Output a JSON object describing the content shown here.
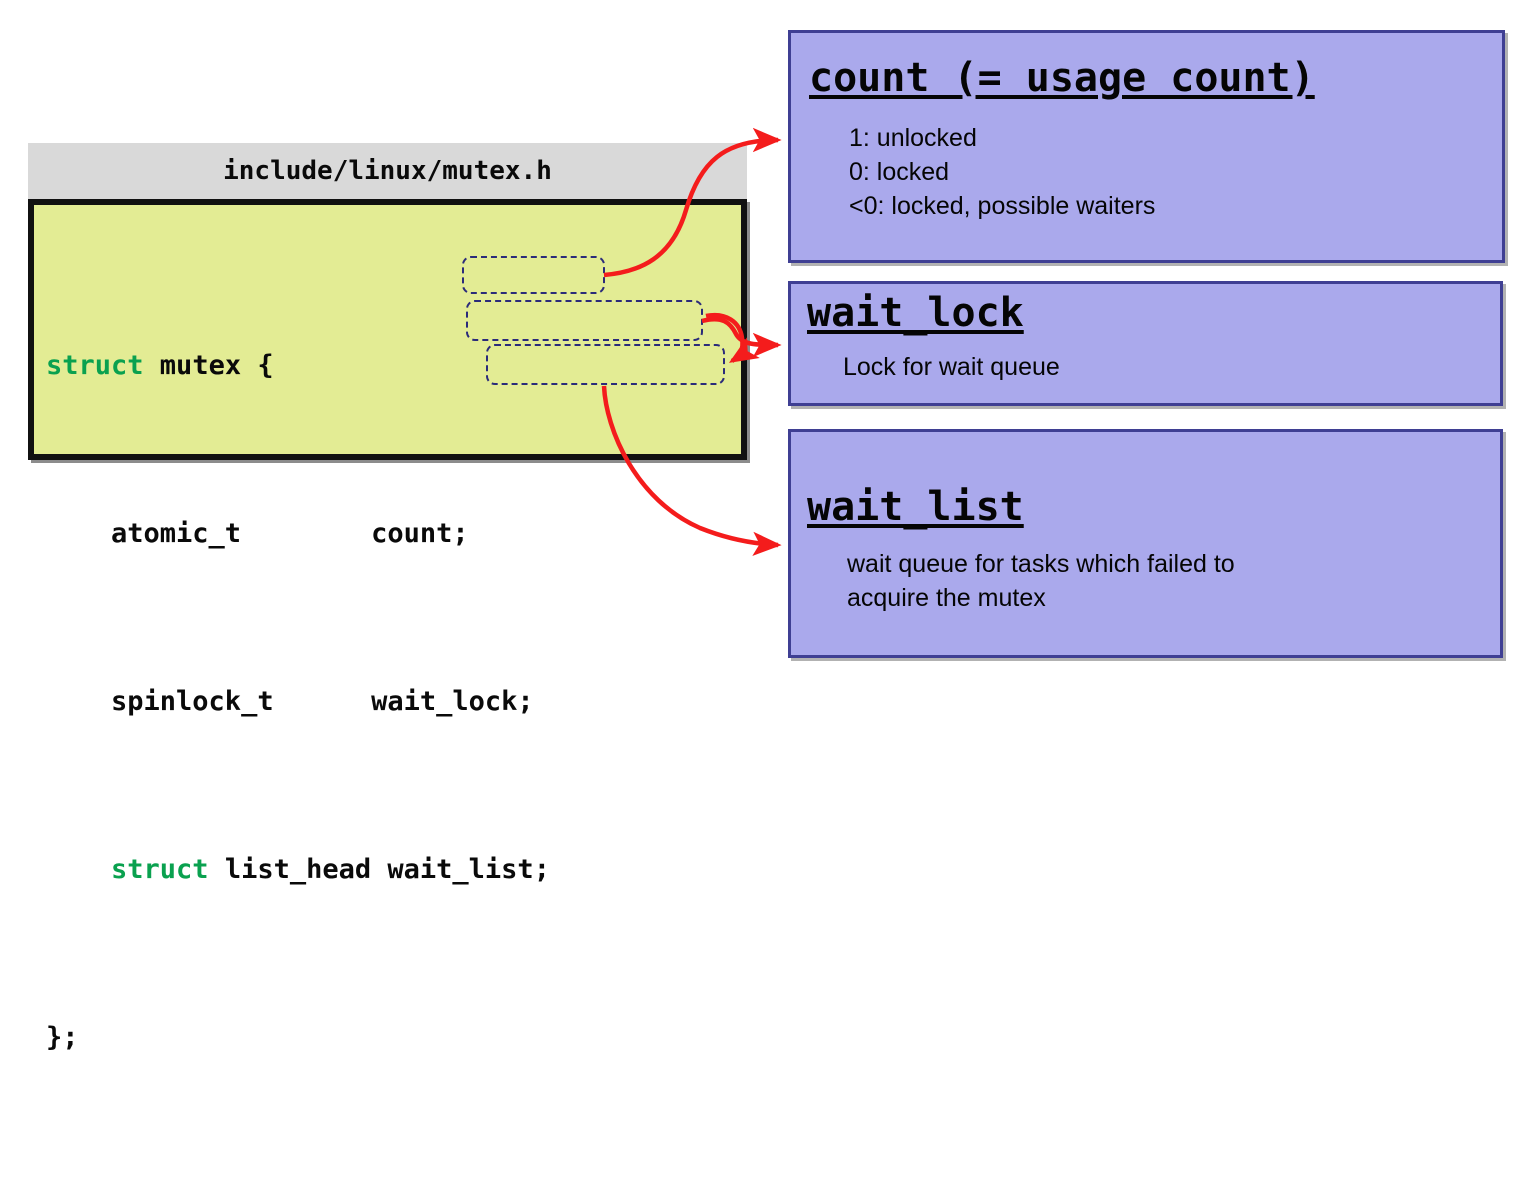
{
  "code_figure": {
    "header_label": "include/linux/mutex.h",
    "struct_keyword": "struct",
    "lines": [
      {
        "kw": "struct",
        "text": " mutex {"
      },
      {
        "kw": "",
        "text": "    atomic_t        count;"
      },
      {
        "kw": "",
        "text": "    spinlock_t      wait_lock;"
      },
      {
        "kw": "struct",
        "text": "    ",
        "text2": " list_head wait_list;"
      },
      {
        "kw": "",
        "text": "};"
      }
    ],
    "line1": "struct mutex {",
    "line2_indent": "    atomic_t        ",
    "line2_field": "count;",
    "line3_indent": "    spinlock_t      ",
    "line3_field": "wait_lock;",
    "line4_kw": "struct",
    "line4_mid": " list_head ",
    "line4_field": "wait_list;",
    "line5": "};",
    "field_highlights": [
      "count;",
      "wait_lock;",
      "wait_list;"
    ]
  },
  "panels": [
    {
      "id": "count",
      "title": "count (= usage count)",
      "body": [
        "1: unlocked",
        "0: locked",
        "<0: locked, possible waiters"
      ]
    },
    {
      "id": "wait_lock",
      "title": "wait_lock",
      "body": [
        "Lock for wait queue"
      ]
    },
    {
      "id": "wait_list",
      "title": "wait_list",
      "body": [
        "wait queue for tasks which failed to",
        "acquire the mutex"
      ]
    }
  ],
  "connectors": [
    {
      "from": "count;",
      "to": "count (= usage count)"
    },
    {
      "from": "wait_lock;",
      "to": "wait_lock"
    },
    {
      "from": "wait_list;",
      "to": "wait_lock"
    },
    {
      "from": "wait_list;",
      "to": "wait_list"
    }
  ],
  "colors": {
    "code_background": "#e3ec94",
    "code_header": "#d9d9d9",
    "code_border": "#111111",
    "keyword_green": "#0aa14f",
    "panel_fill": "#aaa9ec",
    "panel_border": "#3f3f93",
    "arrow_red": "#f41c1c",
    "highlight_dash": "#2b2b7a",
    "text": "#0a0a0a"
  }
}
